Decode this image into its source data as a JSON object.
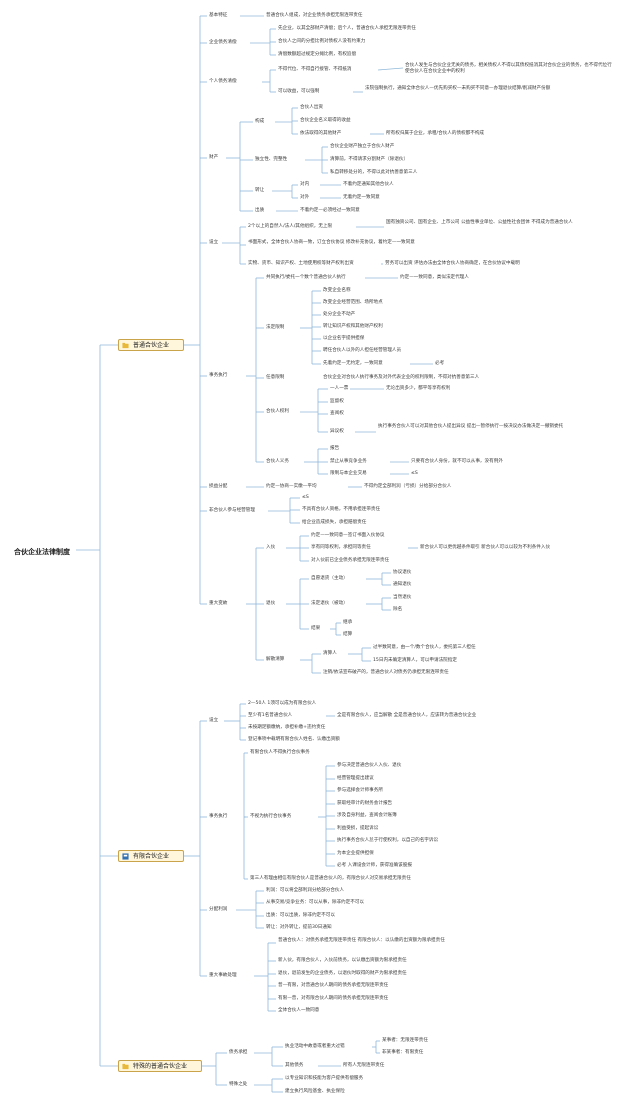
{
  "root": "合伙企业法律制度",
  "c1": {
    "label": "普通合伙企业",
    "n1": "基本特征",
    "n1a": "普通合伙人组成，对企业债务承担无限连带责任",
    "n2": "企业债务清偿",
    "n2a": "先企业，以其全部财产清偿；后个人，普通合伙人承担无限连带责任",
    "n2b": "合伙人之间的分担比例对债权人没有约束力",
    "n2c": "清偿数额超过规定分摊比例，有权追偿",
    "n3": "个人债务清偿",
    "n3a": "不得代位、不得自行接管、不得抵消",
    "n3a1": "合伙人发生与合伙企业无关的债务，相关债权人不得以其债权抵消其对合伙企业的债务，也不得代位行使合伙人在合伙企业中的权利",
    "n3b": "可以收益，可以强制",
    "n3b1": "法院强制执行，通知全体合伙人—优先购买权—未购买不同意—办理退伙结算/削减财产份额",
    "n4": "财产",
    "n4a": "构成",
    "n4a1": "合伙人出资",
    "n4a2": "合伙企业名义取得的收益",
    "n4a3": "依法取得的其他财产",
    "n4a3x": "所有权归属于企业，承租/合伙人的债权都不构成",
    "n4b": "独立性、完整性",
    "n4b1": "合伙企业财产独立于合伙人财产",
    "n4b2": "清算前，不得请求分割财产（除退伙）",
    "n4b3": "私自转移处分的，不得以此对抗善意第三人",
    "n4c": "转让",
    "n4c1": "对内",
    "n4c1x": "不着约定通知其他合伙人",
    "n4c2": "对外",
    "n4c2x": "无着约定一致同意",
    "n4d": "出质",
    "n4d1": "不着约定—必须经过一致同意",
    "n5": "设立",
    "n5a": "2个以上的自然人/法人/其他组织，无上限",
    "n5a1": "国有独资公司、国有企业、上市公司 公益性事业单位、公益性社会团体 不得成为普通合伙人",
    "n5b": "书面形式，全体合伙人协商一致，订立合伙协议 修改补充协议，着约定—一致同意",
    "n5c": "实物、货币、知识产权、土地使用权等财产权利出资",
    "n5c1": "劳务可以出资 评估办法由全体合伙人协商确定，在合伙协议中载明",
    "n6": "事务执行",
    "n6a": "共同执行/委托一个数个普通合伙人执行",
    "n6a1": "约定—一致同意，类似法定代理人",
    "n6b": "法定限制",
    "n6b1": "改变企业名称",
    "n6b2": "改变企业经营范围、场所地点",
    "n6b3": "处分企业不动产",
    "n6b4": "转让知识产权和其他财产权利",
    "n6b5": "以企业名字提供担保",
    "n6b6": "聘任合伙人以外的人担任经营管理人员",
    "n6b7": "先着约定—无约定，一致同意",
    "n6b7x": "必考",
    "n6c": "任意限制",
    "n6c1": "合伙企业对合伙人执行事务及对外代表企业的权利限制，不得对抗善意第三人",
    "n6d": "合伙人权利",
    "n6d1": "一人一票",
    "n6d1x": "无论出资多少，都平等享有权利",
    "n6d2": "监督权",
    "n6d3": "查阅权",
    "n6d4": "异议权",
    "n6d4x": "执行事务合伙人可以对其他合伙人提出异议 提出—暂停执行—按决议办法做决定—撤销委托",
    "n6e": "合伙人义务",
    "n6e1": "报告",
    "n6e2": "禁止从事竞争业务",
    "n6e2x": "只要有合伙人身份，就不可以从事，没有例外",
    "n6e3": "限制与本企业交易",
    "n6e3x": "≤S",
    "n7": "损益分配",
    "n7a": "约定—协商—实缴—平均",
    "n7a1": "不得约定全部利润（亏损）分给部分合伙人",
    "n8": "非合伙人参与经营管理",
    "n8a": "≤S",
    "n8b": "不具有合伙人资格，不用承担连带责任",
    "n8c": "给企业造成损失，承担赔偿责任",
    "n9": "重大变故",
    "n9a": "入伙",
    "n9a1": "约定—一致同意—签订书面入伙协议",
    "n9a2": "享有同等权利，承担同等责任",
    "n9a2x": "新合伙人可以更优越条件取引 新合伙人可以以较为不利条件入伙",
    "n9a3": "对入伙前已企业债务承担无限连带责任",
    "n9b": "退伙",
    "n9b1": "自愿退货（主动）",
    "n9b1a": "协议退伙",
    "n9b1b": "通知退伙",
    "n9b2": "法定退伙（被动）",
    "n9b2a": "当然退伙",
    "n9b2b": "除名",
    "n9b3": "结果",
    "n9b3a": "继承",
    "n9b3b": "结算",
    "n9c": "解散清算",
    "n9c1": "清算人",
    "n9c1a": "过半数同意，由一个/数个合伙人，委托第三人担任",
    "n9c1b": "15日内未确定清算人，可以申请法院指定",
    "n9c2": "注销/依法宣布破产的，普通合伙人对债务仍承担无限连带责任"
  },
  "c2": {
    "label": "有限合伙企业",
    "m1": "设立",
    "m1a": "2—50人 1须可以成为有限合伙人",
    "m1b": "至少有1名普通合伙人",
    "m1b1": "全是有限合伙人，应当解散 全是普通合伙人，应该转为普通合伙企业",
    "m1c": "未按期足额缴纳，承担补缴+违约责任",
    "m1d": "登记事项中载明有限合伙人姓名、认缴出资额",
    "m2": "事务执行",
    "m2a": "有限合伙人不得执行合伙事务",
    "m2b": "不视为执行合伙事务",
    "m2b1": "参与决定普通合伙人入伙、退伙",
    "m2b2": "经营管理提出建议",
    "m2b3": "参与选择会计师事务所",
    "m2b4": "获取经审计的财务会计报告",
    "m2b5": "涉及自身利益，查阅会计账簿",
    "m2b6": "利益受损，提起诉讼",
    "m2b7": "执行事务合伙人怠于行使权利，以自己的名字诉讼",
    "m2b8": "为本企业提供担保",
    "m2b9": "必考 入课设会计师，获得准确该股报",
    "m2c": "第三人有理由相信有限合伙人是普通合伙人的，有限合伙人对交易承担无限责任",
    "m3": "分配利润",
    "m3a": "利润：可以将全部利润分给部分合伙人",
    "m3b": "从事交易/竞争业务：可以从事，除非约定不可以",
    "m3c": "出质：可以出质，除非约定不可以",
    "m3d": "转让：对外转让，提前30日通知",
    "m4": "重大事故处理",
    "m4a": "普通合伙人：对债务承担无限连带责任 有限合伙人：以认缴的出资额为限承担责任",
    "m4b": "新入伙，有限合伙人，入伙前债务，以认缴出资额为限承担责任",
    "m4c": "退伙，退前发生的企业债务，以退伙时取得的财产为限承担责任",
    "m4d": "普—有限，对普通合伙人期间的债务承担无限连带责任",
    "m4e": "有限—普，对有限合伙人期间的债务承担无限连带责任",
    "m4f": "全体合伙人一致同意"
  },
  "c3": {
    "label": "特殊的普通合伙企业",
    "s1": "债务承担",
    "s1a": "执业活动中故意或者重大过错",
    "s1a1": "某事者：无限连带责任",
    "s1a2": "非某事者：有限责任",
    "s1b": "其他债务",
    "s1b1": "所有人无限连带责任",
    "s2": "特殊之处",
    "s2a": "以专业知识和技能为客户提供有偿服务",
    "s2b": "建立执行风险基金、执业保险"
  },
  "colors": {
    "line": "#8fb8d9",
    "box_border": "#c9a44a",
    "box_fill": "#fff6dc"
  }
}
